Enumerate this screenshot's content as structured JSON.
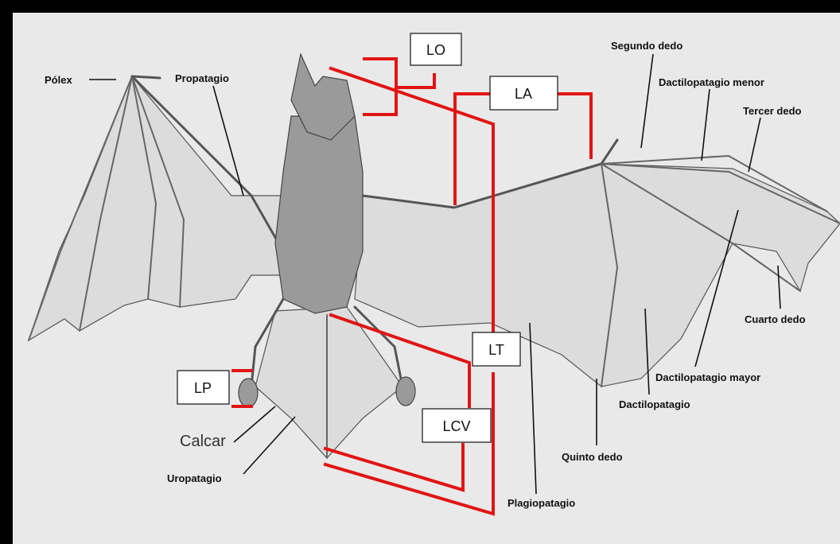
{
  "diagram": {
    "labels": {
      "polex": "Pólex",
      "propatagio": "Propatagio",
      "segundo_dedo": "Segundo dedo",
      "dactilopatagio_menor": "Dactilopatagio menor",
      "tercer_dedo": "Tercer dedo",
      "cuarto_dedo": "Cuarto dedo",
      "dactilopatagio_mayor": "Dactilopatagio mayor",
      "dactilopatagio": "Dactilopatagio",
      "quinto_dedo": "Quinto dedo",
      "plagiopatagio": "Plagiopatagio",
      "uropatagio": "Uropatagio",
      "calcar": "Calcar"
    },
    "measurements": {
      "lo": "LO",
      "la": "LA",
      "lt": "LT",
      "lp": "LP",
      "lcv": "LCV"
    },
    "colors": {
      "measurement_line": "#e11414",
      "background": "#e9e9e9",
      "border": "#000000"
    }
  }
}
